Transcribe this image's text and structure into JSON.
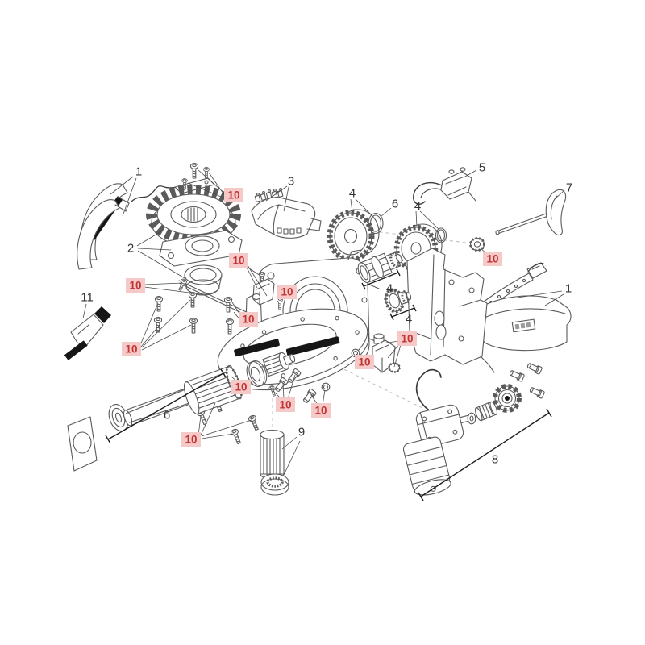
{
  "figure": {
    "background": "#ffffff"
  },
  "colors": {
    "highlight_bg": "#f6c9c9",
    "highlight_text": "#c23434",
    "label_text": "#333333",
    "line": "#555555"
  },
  "labels": {
    "part1_top": "1",
    "part2": "2",
    "part3": "3",
    "part4_gear_top": "4",
    "part6_oring": "6",
    "part4_gear_right": "4",
    "part5": "5",
    "part7": "7",
    "part1_right": "1",
    "part4_pinion_upper": "4",
    "part4_pinion_lower": "4",
    "part11": "11",
    "part6_shaft": "6",
    "part9": "9",
    "part8": "8",
    "part10": "10"
  }
}
